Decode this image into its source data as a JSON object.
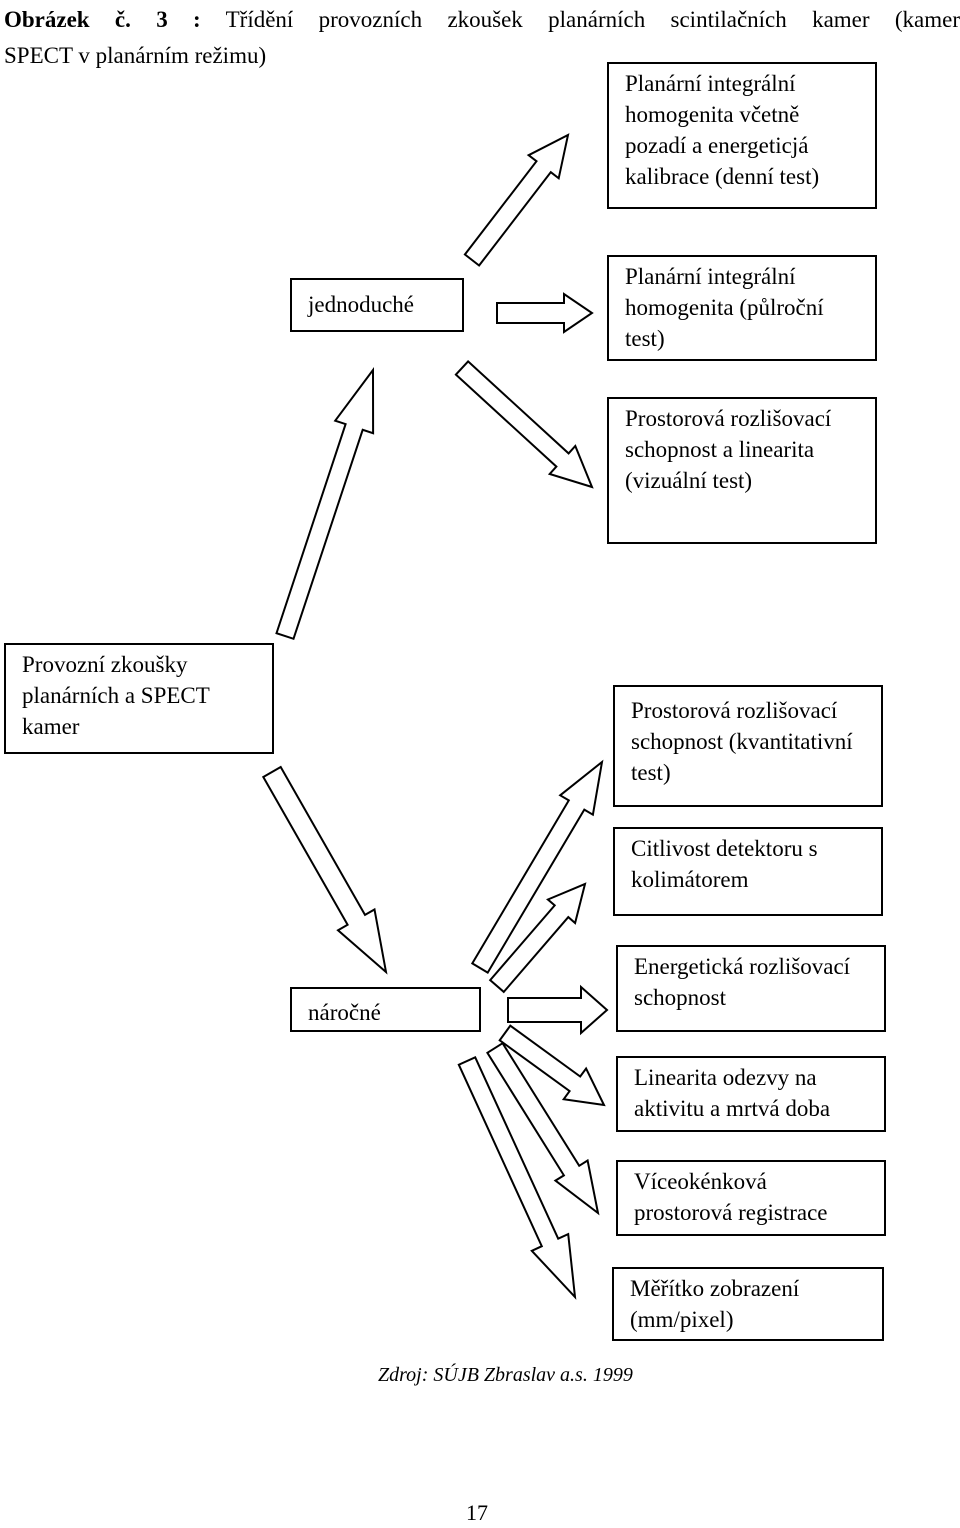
{
  "caption": {
    "label": "Obrázek č. 3 :",
    "text_line1": "Třídění provozních zkoušek planárních scintilačních kamer (kamer",
    "text_line2": "SPECT v planárním režimu)"
  },
  "root": "Provozní zkoušky planárních a SPECT kamer",
  "categories": {
    "simple": "jednoduché",
    "demanding": "náročné"
  },
  "simple_tests": [
    "Planární integrální homogenita včetně pozadí a energeticjá kalibrace (denní test)",
    "Planární integrální homogenita (půlroční test)",
    "Prostorová rozlišovací schopnost a linearita (vizuální test)"
  ],
  "demanding_tests": [
    "Prostorová rozlišovací schopnost (kvantitativní test)",
    "Citlivost detektoru s kolimátorem",
    "Energetická rozlišovací schopnost",
    "Linearita odezvy na aktivitu a mrtvá doba",
    "Víceokénková prostorová registrace",
    "Měřítko zobrazení (mm/pixel)"
  ],
  "source": "Zdroj: SÚJB Zbraslav a.s. 1999",
  "page_number": "17"
}
